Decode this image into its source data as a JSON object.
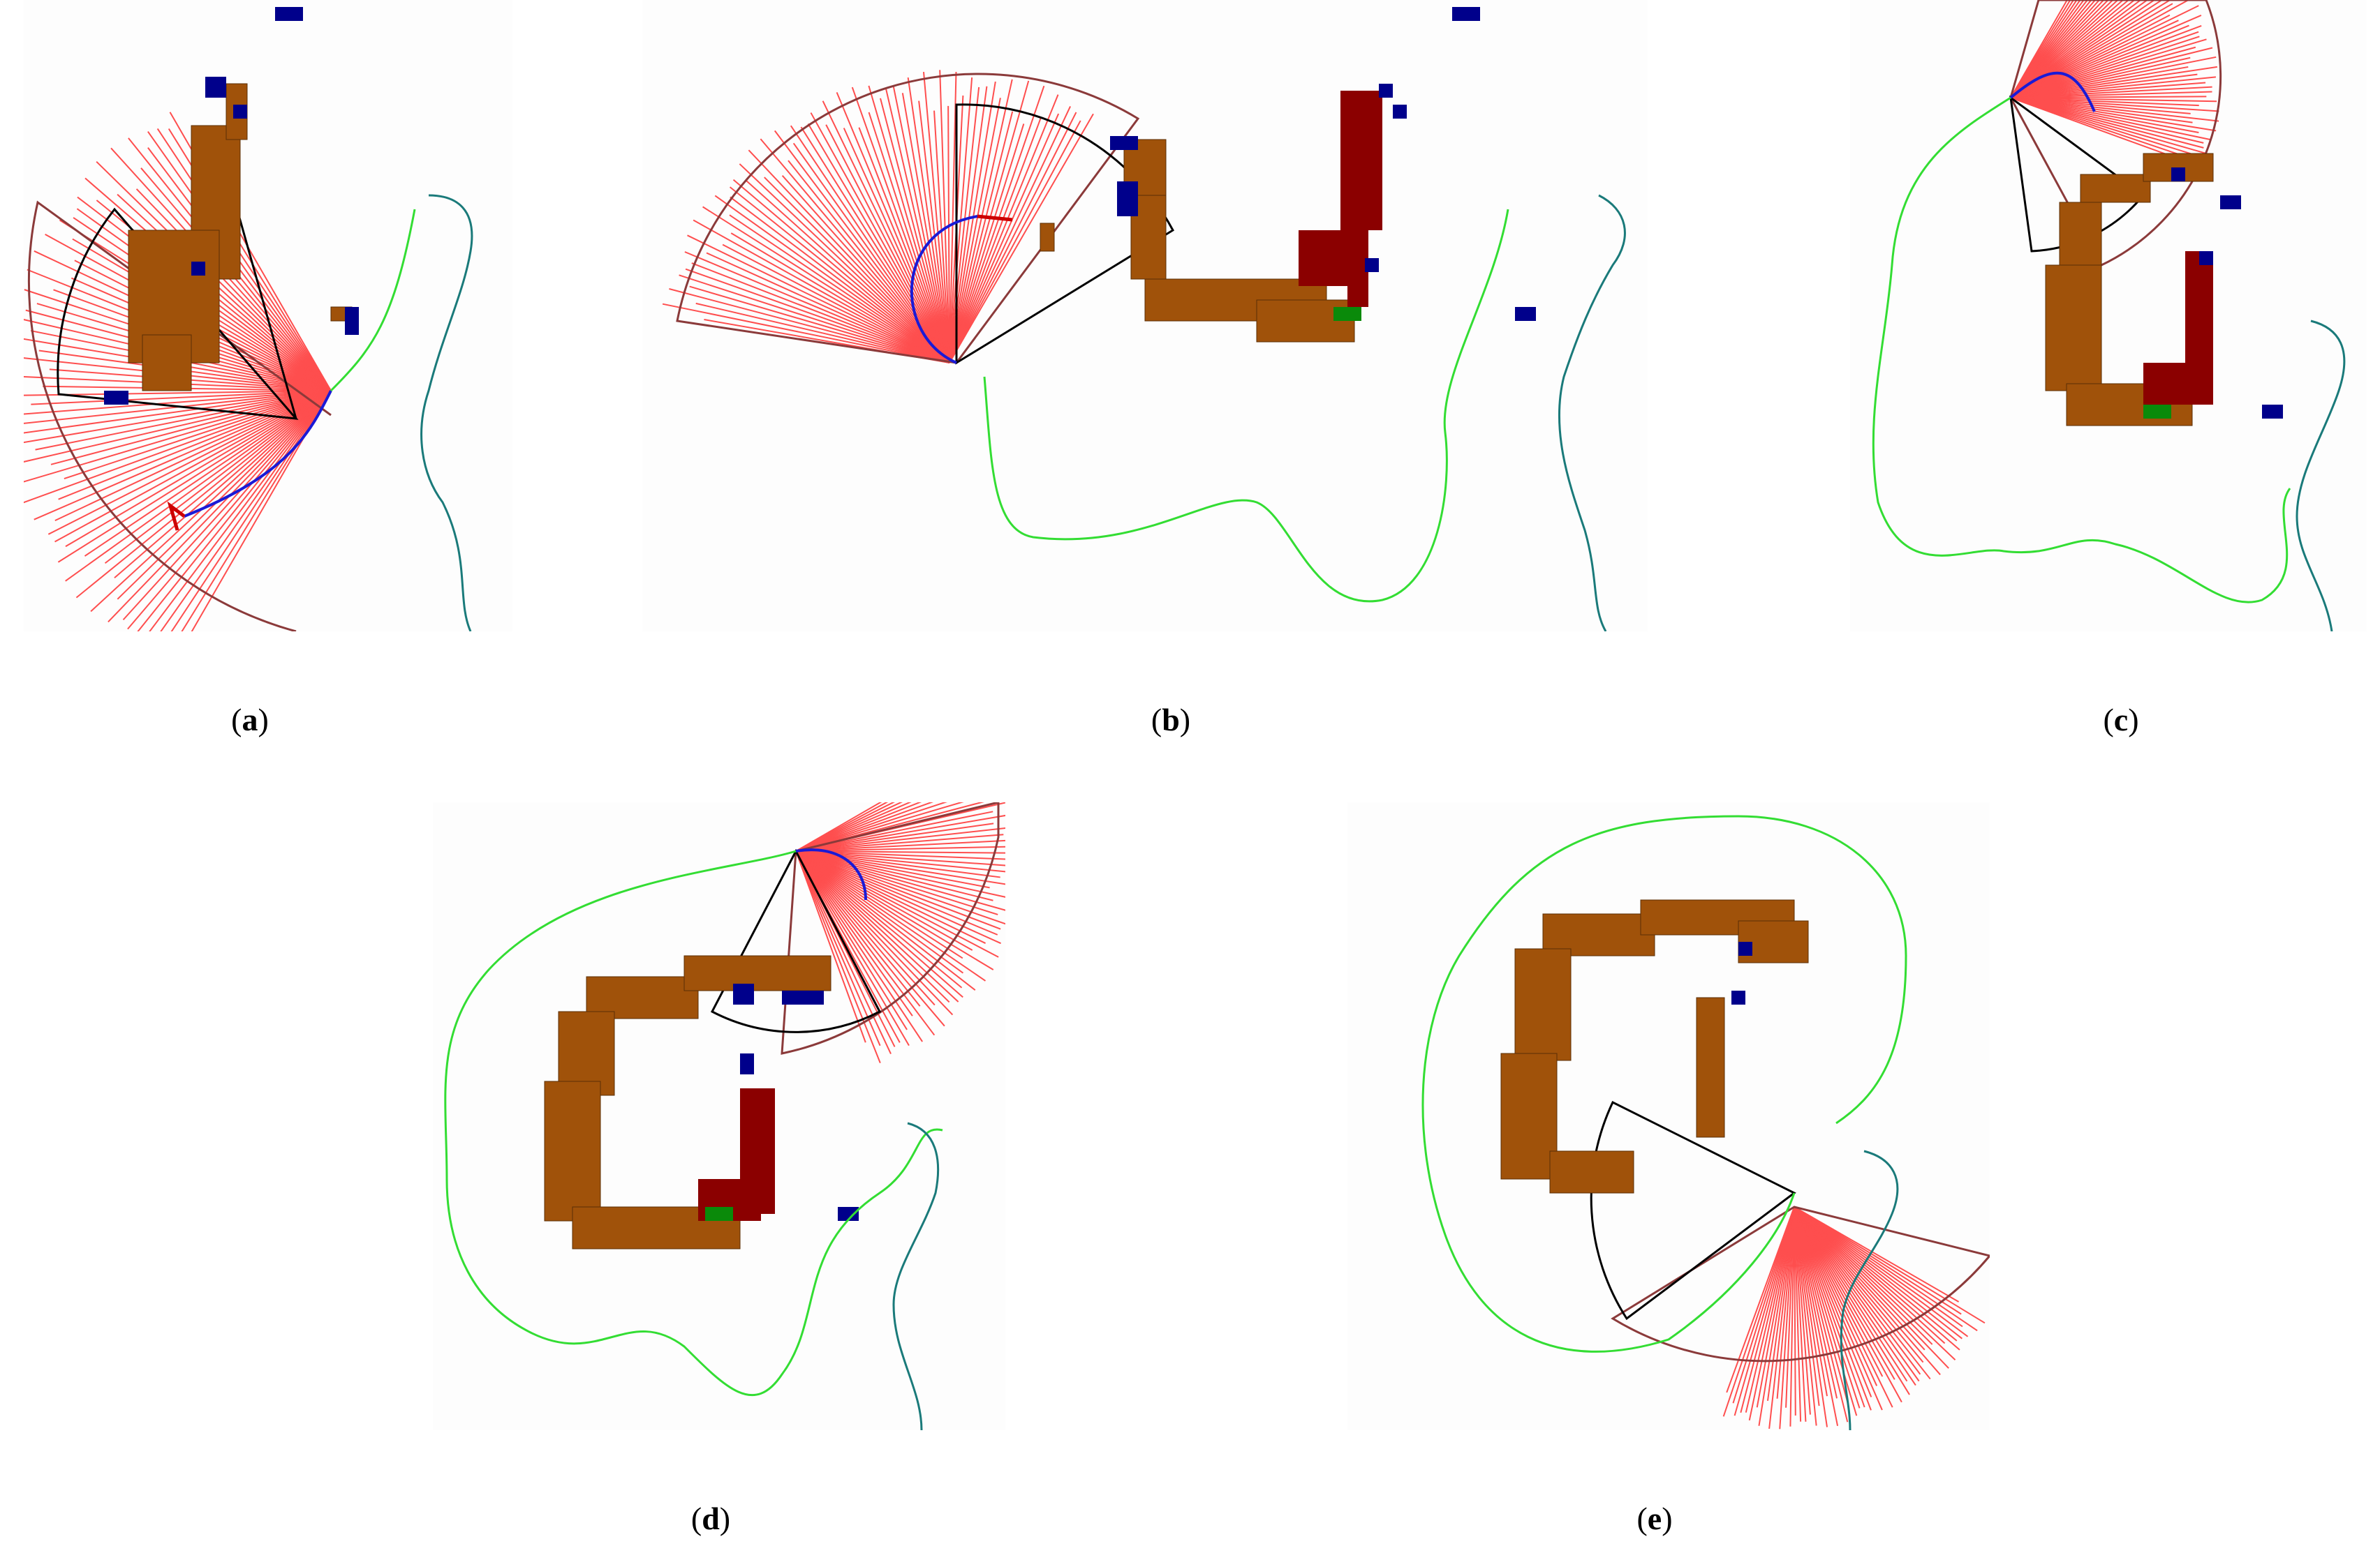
{
  "figure": {
    "panels": [
      {
        "id": "a",
        "caption": "a",
        "colors": {
          "sonar_ray": "#ff2a2a",
          "sector": "#8b2323",
          "fov": "#000000",
          "path_blue": "#1a1ad6",
          "map_cell": "#a0520a",
          "detected_cell": "#8b0000",
          "target_cell": "#000080",
          "goal_cell": "#0a8a0a",
          "traj_green": "#33dd33",
          "coast": "#1a8080"
        }
      },
      {
        "id": "b",
        "caption": "b"
      },
      {
        "id": "c",
        "caption": "c"
      },
      {
        "id": "d",
        "caption": "d"
      },
      {
        "id": "e",
        "caption": "e"
      }
    ]
  }
}
